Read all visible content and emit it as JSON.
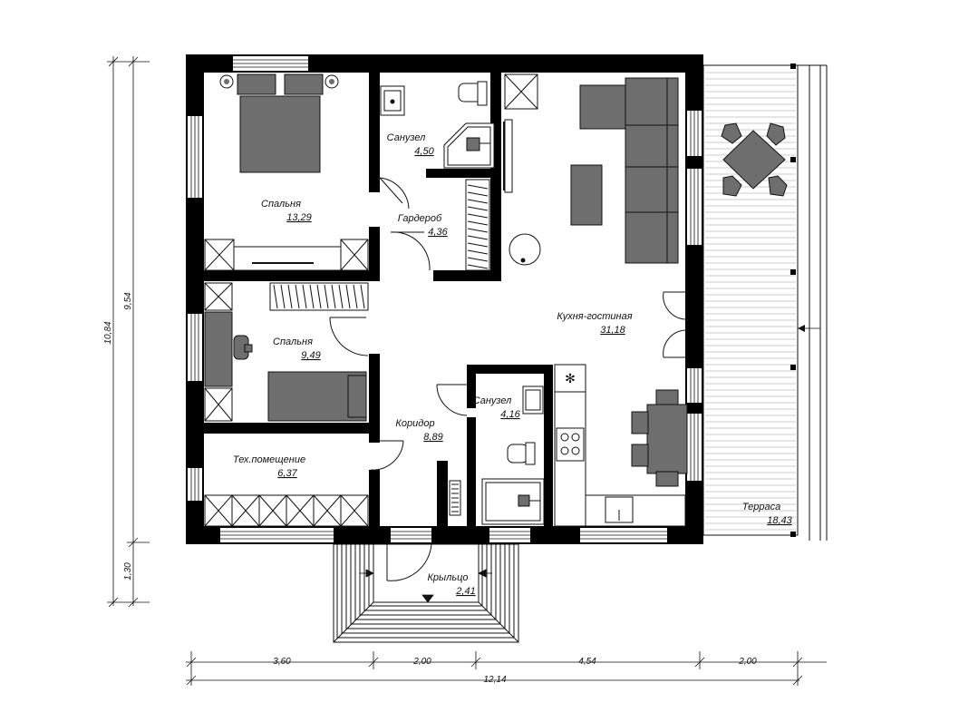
{
  "rooms": [
    {
      "name": "Спальня",
      "area": "13,29"
    },
    {
      "name": "Санузел",
      "area": "4,50"
    },
    {
      "name": "Гардероб",
      "area": "4,36"
    },
    {
      "name": "Кухня-гостиная",
      "area": "31,18"
    },
    {
      "name": "Спальня",
      "area": "9,49"
    },
    {
      "name": "Санузел",
      "area": "4,16"
    },
    {
      "name": "Коридор",
      "area": "8,89"
    },
    {
      "name": "Тех.помещение",
      "area": "6,37"
    },
    {
      "name": "Терраса",
      "area": "18,43"
    },
    {
      "name": "Крыльцо",
      "area": "2,41"
    }
  ],
  "dimensions": {
    "horizontal": [
      "3,60",
      "2,00",
      "4,54",
      "2,00"
    ],
    "total_width": "12,14",
    "vertical_total": "10,84",
    "vertical_main": "9,54",
    "vertical_porch": "1,30"
  },
  "colors": {
    "wall": "#000000",
    "furniture": "#6e6e6e",
    "line": "#111111",
    "deck": "#bdbdbd"
  }
}
